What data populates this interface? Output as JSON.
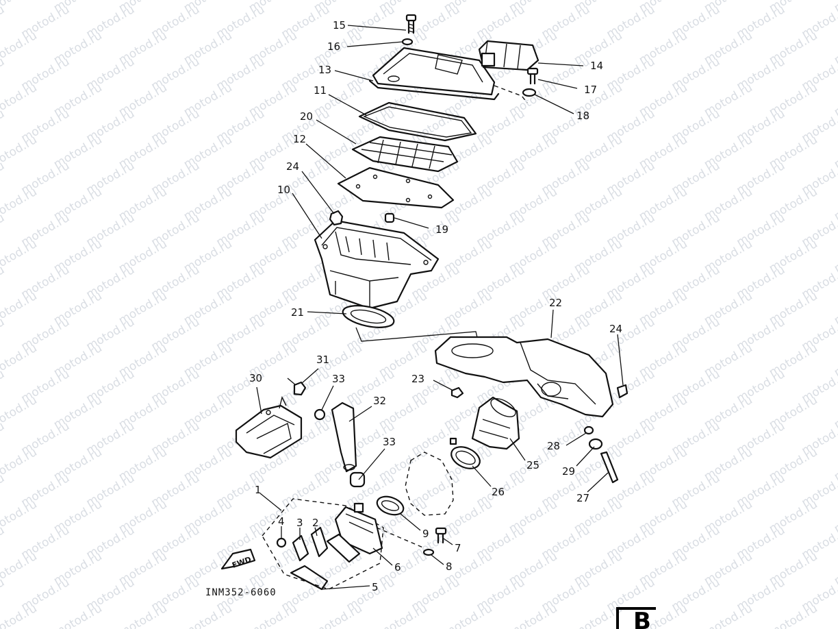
{
  "watermark": "motod.ru",
  "drawing_code": "INM352-6060",
  "section_letter": "B",
  "fwd_label": "FWD",
  "callouts": [
    {
      "id": "15",
      "label": "15"
    },
    {
      "id": "16",
      "label": "16"
    },
    {
      "id": "13",
      "label": "13"
    },
    {
      "id": "14",
      "label": "14"
    },
    {
      "id": "17",
      "label": "17"
    },
    {
      "id": "11",
      "label": "11"
    },
    {
      "id": "18",
      "label": "18"
    },
    {
      "id": "20",
      "label": "20"
    },
    {
      "id": "12",
      "label": "12"
    },
    {
      "id": "24a",
      "label": "24"
    },
    {
      "id": "10",
      "label": "10"
    },
    {
      "id": "19",
      "label": "19"
    },
    {
      "id": "21",
      "label": "21"
    },
    {
      "id": "22",
      "label": "22"
    },
    {
      "id": "24b",
      "label": "24"
    },
    {
      "id": "31",
      "label": "31"
    },
    {
      "id": "30",
      "label": "30"
    },
    {
      "id": "33a",
      "label": "33"
    },
    {
      "id": "23",
      "label": "23"
    },
    {
      "id": "32",
      "label": "32"
    },
    {
      "id": "28",
      "label": "28"
    },
    {
      "id": "33b",
      "label": "33"
    },
    {
      "id": "25",
      "label": "25"
    },
    {
      "id": "29",
      "label": "29"
    },
    {
      "id": "1",
      "label": "1"
    },
    {
      "id": "26",
      "label": "26"
    },
    {
      "id": "27",
      "label": "27"
    },
    {
      "id": "4",
      "label": "4"
    },
    {
      "id": "3",
      "label": "3"
    },
    {
      "id": "2",
      "label": "2"
    },
    {
      "id": "9",
      "label": "9"
    },
    {
      "id": "7",
      "label": "7"
    },
    {
      "id": "6",
      "label": "6"
    },
    {
      "id": "8",
      "label": "8"
    },
    {
      "id": "5",
      "label": "5"
    }
  ]
}
